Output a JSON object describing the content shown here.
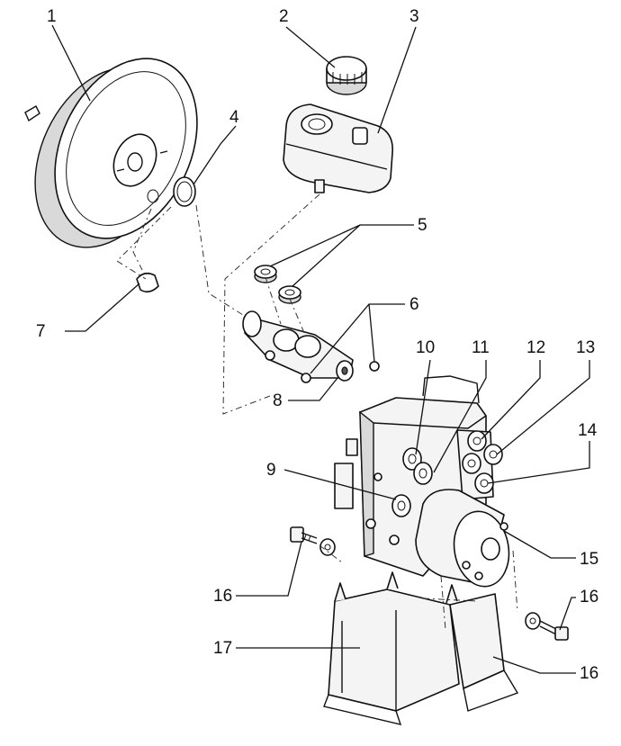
{
  "callouts": {
    "c1": "1",
    "c2": "2",
    "c3": "3",
    "c4": "4",
    "c5": "5",
    "c6": "6",
    "c7": "7",
    "c8": "8",
    "c9": "9",
    "c10": "10",
    "c11": "11",
    "c12": "12",
    "c13": "13",
    "c14": "14",
    "c15": "15",
    "c16a": "16",
    "c16b": "16",
    "c16c": "16",
    "c17": "17"
  }
}
